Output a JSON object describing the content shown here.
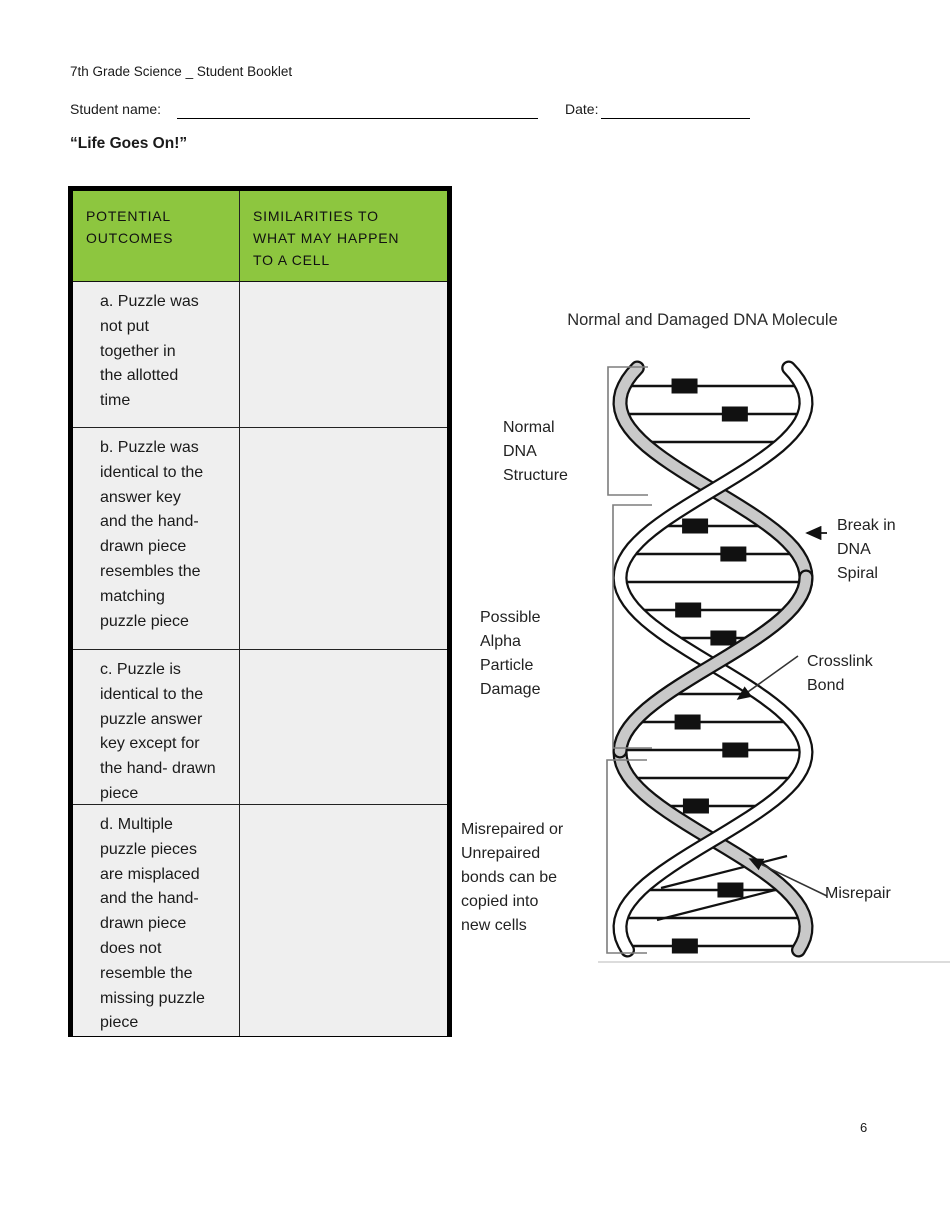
{
  "page": {
    "booklet_header": "7th Grade Science _ Student Booklet",
    "student_name_label": "Student name:",
    "date_label": "Date:",
    "title": "“Life Goes On!”",
    "page_number": "6"
  },
  "table": {
    "header_bg_color": "#8dc63f",
    "row_bg_color": "#efefef",
    "headers": [
      "POTENTIAL\nOUTCOMES",
      "SIMILARITIES TO\nWHAT MAY HAPPEN\nTO A CELL"
    ],
    "rows": [
      {
        "outcome": "a. Puzzle was\nnot put\ntogether in\nthe allotted\ntime",
        "similarity": ""
      },
      {
        "outcome": "b. Puzzle was\nidentical to the\nanswer key\nand the hand-\ndrawn piece\nresembles the\nmatching\npuzzle piece",
        "similarity": ""
      },
      {
        "outcome": "c. Puzzle is\nidentical to the\npuzzle answer\nkey except for\nthe hand- drawn\npiece",
        "similarity": ""
      },
      {
        "outcome": "d. Multiple\npuzzle pieces\nare misplaced\nand the hand-\ndrawn piece\ndoes not\nresemble the\nmissing puzzle\npiece",
        "similarity": ""
      }
    ]
  },
  "figure": {
    "title": "Normal and Damaged DNA Molecule",
    "labels": {
      "normal": "Normal\nDNA\nStructure",
      "alpha": "Possible\nAlpha\nParticle\nDamage",
      "misrepaired": "Misrepaired or\nUnrepaired\nbonds can be\ncopied into\nnew cells",
      "break_in": "Break in\nDNA\nSpiral",
      "crosslink": "Crosslink\nBond",
      "misrepair": "Misrepair"
    },
    "strand_colors": {
      "strand_a": "#ffffff",
      "strand_b": "#c9c9c9",
      "outline": "#111111"
    }
  }
}
